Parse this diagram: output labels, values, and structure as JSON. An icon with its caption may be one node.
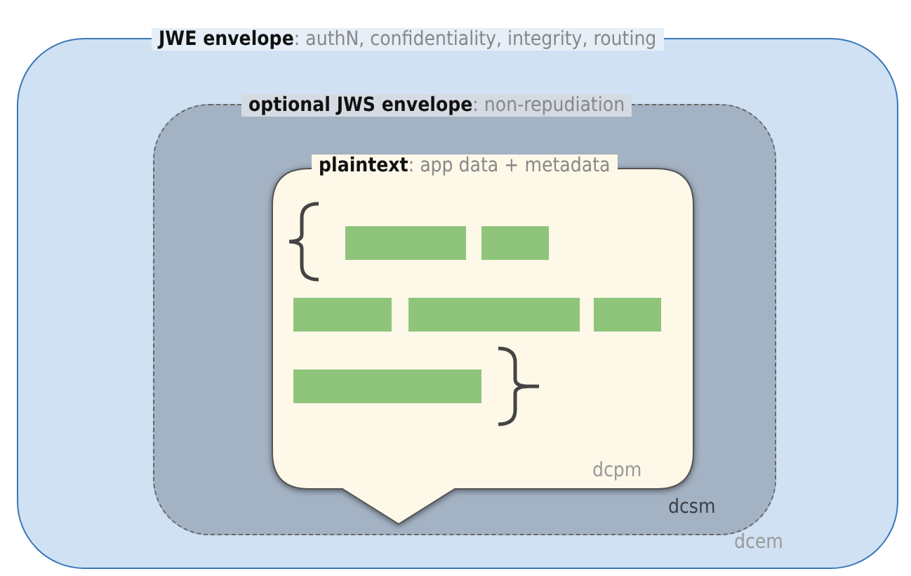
{
  "diagram": {
    "nodes": [
      {
        "text": [
          "**JWE envelope**: authN, confidentiality, integrity, routing",
          "dcem"
        ]
      },
      {
        "text": [
          "**optional JWS envelope**: non-repudiation",
          "dcsm"
        ],
        "in": 0
      },
      {
        "text": [
          "**plaintext**: app data + metadata",
          "dcpm"
        ],
        "in": 1
      }
    ]
  }
}
